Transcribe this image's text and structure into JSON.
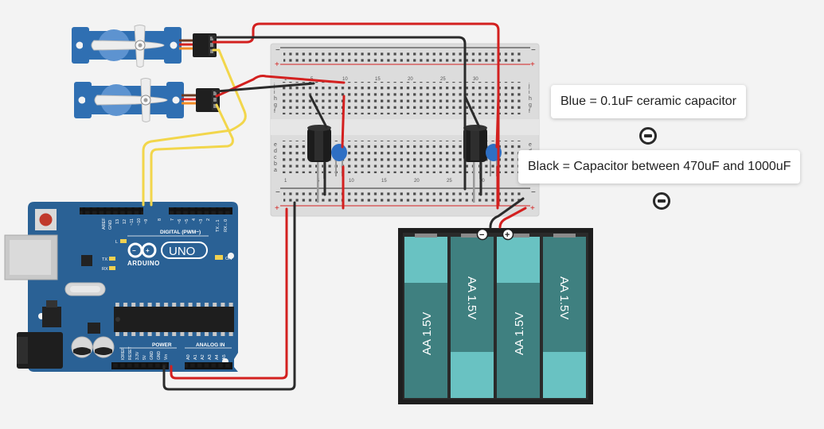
{
  "annotations": {
    "blue_note": "Blue = 0.1uF ceramic capacitor",
    "black_note": "Black = Capacitor between 470uF and 1000uF"
  },
  "arduino": {
    "aref": "AREF",
    "gnd": "GND",
    "digital_pins": [
      "13",
      "12",
      "~11",
      "~10",
      "~9",
      "8",
      "7",
      "~6",
      "~5",
      "4",
      "~3",
      "2",
      "TX→1",
      "RX←0"
    ],
    "digital_label": "DIGITAL (PWM~)",
    "led_l": "L",
    "led_tx": "TX",
    "led_rx": "RX",
    "logo_text": "ARDUINO",
    "model": "UNO",
    "on_label": "ON",
    "power_label": "POWER",
    "power_pins": [
      "IOREF",
      "RESET",
      "3.3V",
      "5V",
      "GND",
      "GND",
      "Vin"
    ],
    "analog_label": "ANALOG IN",
    "analog_pins": [
      "A0",
      "A1",
      "A2",
      "A3",
      "A4",
      "A5"
    ]
  },
  "breadboard": {
    "col_numbers_top": [
      "1",
      "5",
      "10",
      "15",
      "20",
      "25",
      "30"
    ],
    "row_letters_top": [
      "j",
      "i",
      "h",
      "g",
      "f"
    ],
    "row_letters_bottom": [
      "e",
      "d",
      "c",
      "b",
      "a"
    ],
    "rail_plus": "+",
    "rail_minus": "−"
  },
  "battery": {
    "minus_label": "−",
    "plus_label": "+",
    "cells": [
      "AA 1.5V",
      "AA 1.5V",
      "AA 1.5V",
      "AA 1.5V"
    ]
  },
  "colors": {
    "wire_red": "#d3201f",
    "wire_black": "#2b2b2b",
    "wire_yellow": "#f2d64b",
    "arduino_blue": "#2a6195",
    "servo_blue": "#2f6fb2",
    "battery_cell": "#3f8080",
    "ceramic_cap": "#2e6fc4"
  }
}
